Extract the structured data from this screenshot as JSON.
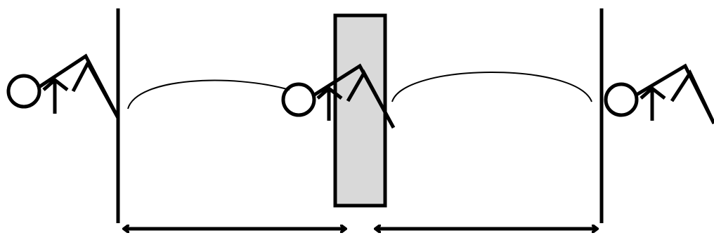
{
  "colors": {
    "background": "#ffffff",
    "line": "#000000",
    "block_fill": "#d9d9d9"
  },
  "figures": [
    {
      "name": "left-figure",
      "icon": "figure-head-arms-icon"
    },
    {
      "name": "center-figure",
      "icon": "figure-head-arms-icon"
    },
    {
      "name": "right-figure",
      "icon": "figure-head-arms-icon"
    }
  ],
  "walls": [
    {
      "name": "left-wall"
    },
    {
      "name": "right-wall"
    }
  ],
  "block": {
    "name": "center-block"
  },
  "arcs": [
    {
      "name": "left-arc"
    },
    {
      "name": "right-arc"
    }
  ],
  "dimension_arrows": [
    {
      "name": "left-span-arrow",
      "heads": "both"
    },
    {
      "name": "right-span-arrow",
      "heads": "both"
    }
  ]
}
